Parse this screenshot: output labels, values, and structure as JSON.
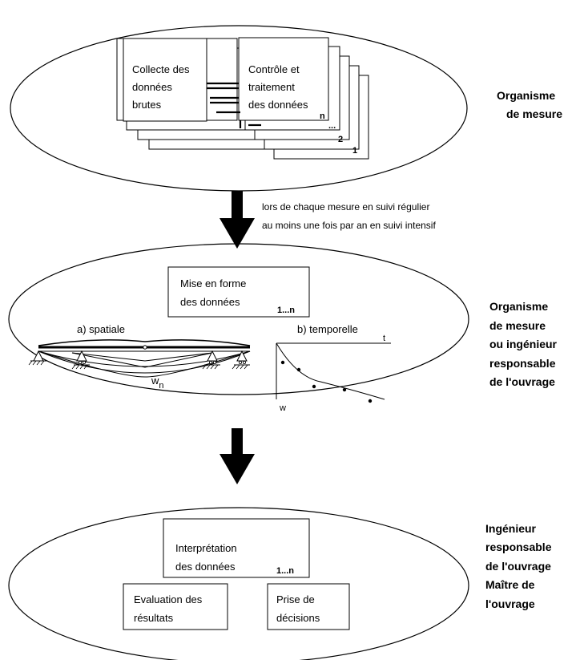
{
  "stage1": {
    "box_collect": [
      "Collecte des",
      "données",
      "brutes"
    ],
    "box_control": [
      "Contrôle et",
      "traitement",
      "des données"
    ],
    "stack_labels": [
      "n",
      "...",
      "2",
      "1"
    ],
    "side_label": [
      "Organisme",
      "de mesure"
    ]
  },
  "transition": {
    "line1": "lors de chaque mesure en suivi régulier",
    "line2": "au moins une fois par an en suivi intensif"
  },
  "stage2": {
    "box_format": [
      "Mise en forme",
      "des données"
    ],
    "box_index": "1...n",
    "spatial_label": "a) spatiale",
    "temporal_label": "b) temporelle",
    "deflection_label": "w",
    "deflection_sub": "n",
    "t_axis": "t",
    "w_axis": "w",
    "side_label": [
      "Organisme",
      "de mesure",
      "ou ingénieur",
      "responsable",
      "de l'ouvrage"
    ]
  },
  "stage3": {
    "box_interp": [
      "Interprétation",
      "des données"
    ],
    "box_index": "1...n",
    "box_eval": [
      "Evaluation des",
      "résultats"
    ],
    "box_decision": [
      "Prise de",
      "décisions"
    ],
    "side_label": [
      "Ingénieur",
      "responsable",
      "de l'ouvrage",
      "Maître de",
      "l'ouvrage"
    ]
  }
}
